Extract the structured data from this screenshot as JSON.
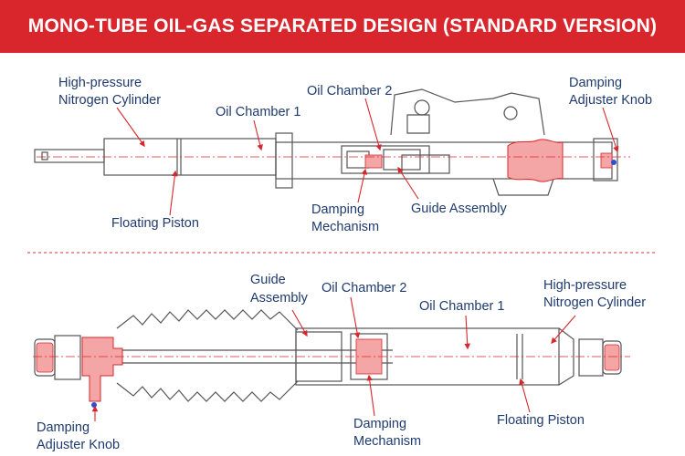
{
  "header": {
    "title": "MONO-TUBE OIL-GAS SEPARATED DESIGN (STANDARD VERSION)",
    "background": "#d9262c",
    "text_color": "#ffffff"
  },
  "colors": {
    "label": "#1f3b6e",
    "leader": "#d9262c",
    "outline": "#555555",
    "highlight": "#f4a6a6",
    "divider": "#e05a5a"
  },
  "top_diagram": {
    "labels": {
      "nitrogen_line1": "High-pressure",
      "nitrogen_line2": "Nitrogen Cylinder",
      "oil_chamber_1": "Oil Chamber 1",
      "oil_chamber_2": "Oil Chamber 2",
      "knob_line1": "Damping",
      "knob_line2": "Adjuster Knob",
      "floating_piston": "Floating Piston",
      "damping_line1": "Damping",
      "damping_line2": "Mechanism",
      "guide_assembly": "Guide Assembly"
    }
  },
  "bottom_diagram": {
    "labels": {
      "guide_line1": "Guide",
      "guide_line2": "Assembly",
      "oil_chamber_2": "Oil Chamber 2",
      "oil_chamber_1": "Oil Chamber 1",
      "nitrogen_line1": "High-pressure",
      "nitrogen_line2": "Nitrogen Cylinder",
      "knob_line1": "Damping",
      "knob_line2": "Adjuster Knob",
      "damping_line1": "Damping",
      "damping_line2": "Mechanism",
      "floating_piston": "Floating Piston"
    }
  }
}
